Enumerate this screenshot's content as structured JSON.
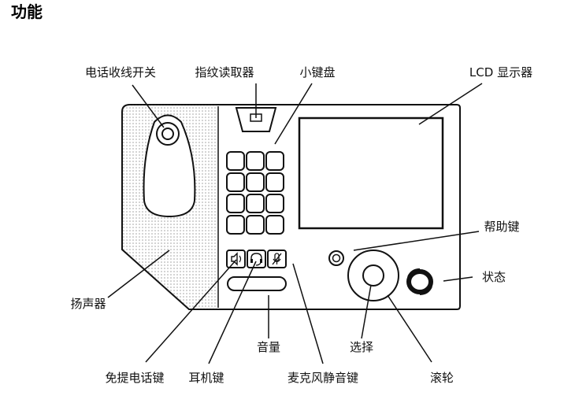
{
  "title": "功能",
  "labels": {
    "hookswitch": "电话收线开关",
    "fingerprint_reader": "指纹读取器",
    "keypad": "小键盘",
    "lcd_display": "LCD 显示器",
    "help_key": "帮助键",
    "status": "状态",
    "speaker": "扬声器",
    "volume": "音量",
    "select": "选择",
    "handsfree_key": "免提电话键",
    "headset_key": "耳机键",
    "mic_mute_key": "麦克风静音键",
    "scroll_wheel": "滚轮"
  },
  "colors": {
    "line": "#111111",
    "background": "#ffffff"
  },
  "icons": {
    "handsfree": "speaker-icon",
    "headset": "headset-icon",
    "mute": "mic-mute-icon",
    "status": "status-ring-icon"
  }
}
